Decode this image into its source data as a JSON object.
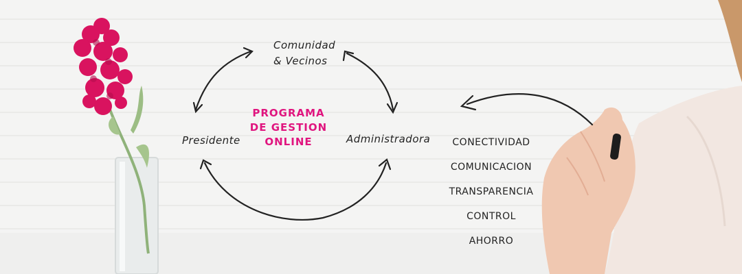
{
  "diagram": {
    "node_top_line1": "Comunidad",
    "node_top_line2": "& Vecinos",
    "node_left": "Presidente",
    "node_right": "Administradora",
    "center": [
      "PROGRAMA",
      "DE GESTION",
      "ONLINE"
    ]
  },
  "features": [
    "CONECTIVIDAD",
    "COMUNICACION",
    "TRANSPARENCIA",
    "CONTROL",
    "AHORRO"
  ],
  "colors": {
    "accent": "#e0157f",
    "ink": "#222222",
    "wall": "#f4f4f3"
  }
}
